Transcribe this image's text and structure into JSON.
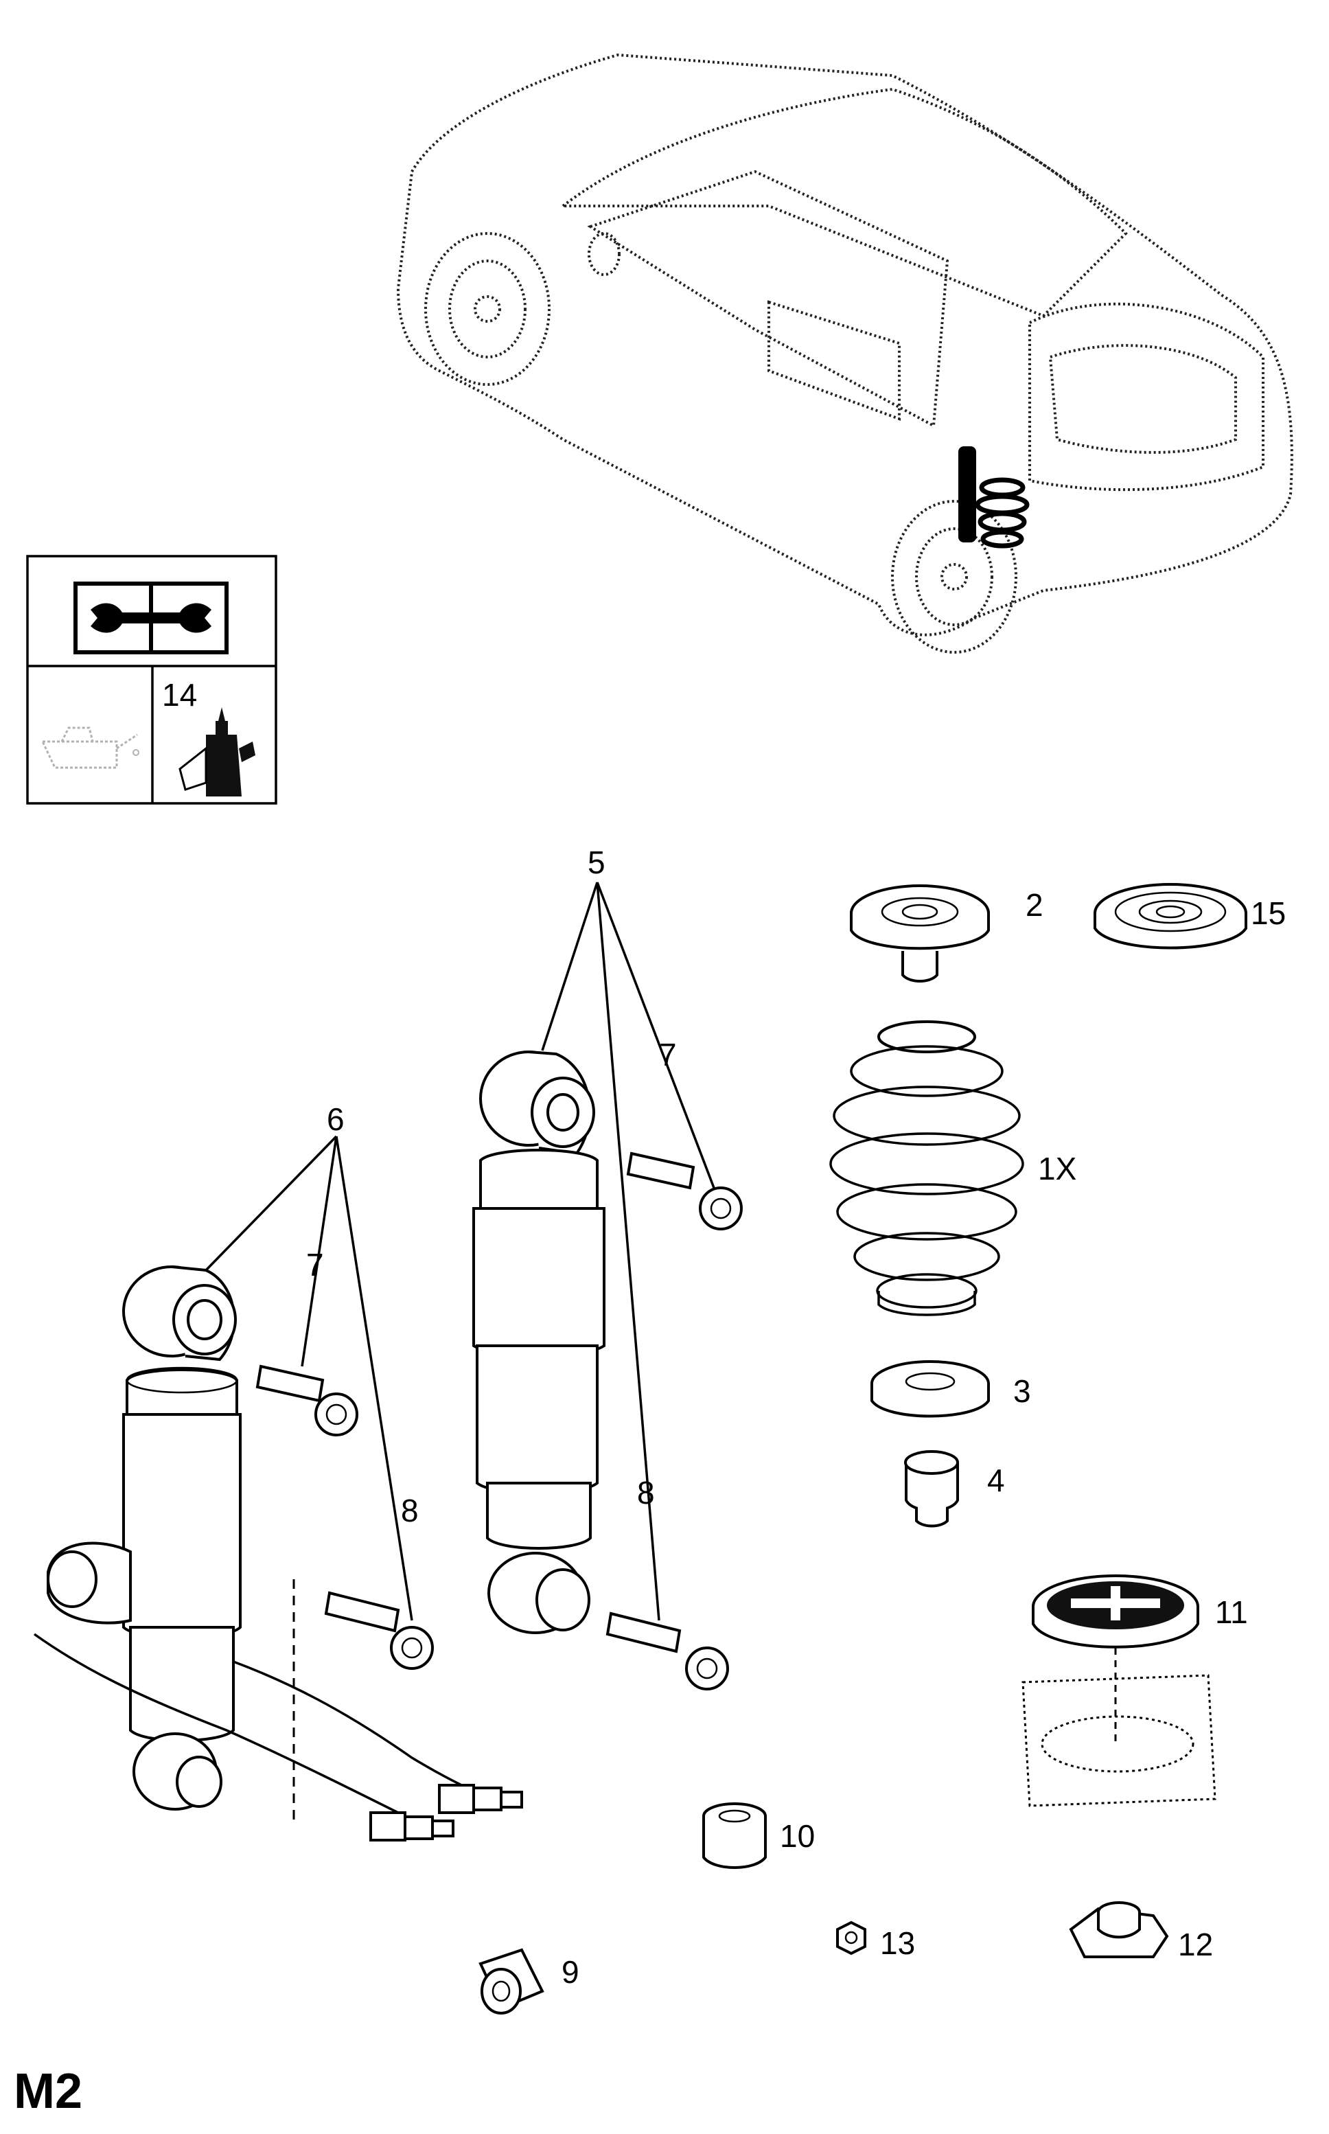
{
  "diagram": {
    "page_code": "M2",
    "callouts": {
      "c1X": "1X",
      "c2": "2",
      "c3": "3",
      "c4": "4",
      "c5": "5",
      "c6": "6",
      "c7a": "7",
      "c7b": "7",
      "c8a": "8",
      "c8b": "8",
      "c9": "9",
      "c10": "10",
      "c11": "11",
      "c12": "12",
      "c13": "13",
      "c14": "14",
      "c15": "15"
    },
    "legend_icons": [
      "repair-manual-icon",
      "oil-can-icon",
      "adhesive-bottle-icon"
    ]
  }
}
